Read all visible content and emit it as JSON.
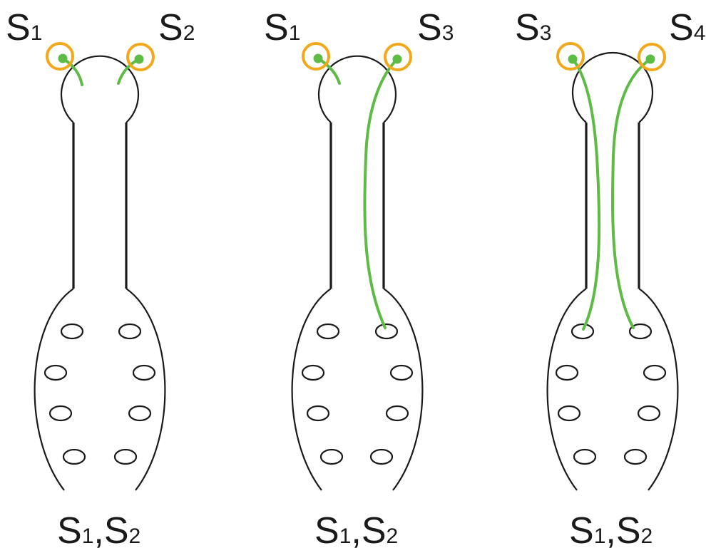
{
  "panels": [
    {
      "top_left": {
        "letter": "S",
        "sub": "1"
      },
      "top_right": {
        "letter": "S",
        "sub": "2"
      },
      "bottom": {
        "a_letter": "S",
        "a_sub": "1",
        "sep": ",",
        "b_letter": "S",
        "b_sub": "2"
      }
    },
    {
      "top_left": {
        "letter": "S",
        "sub": "1"
      },
      "top_right": {
        "letter": "S",
        "sub": "3"
      },
      "bottom": {
        "a_letter": "S",
        "a_sub": "1",
        "sep": ",",
        "b_letter": "S",
        "b_sub": "2"
      }
    },
    {
      "top_left": {
        "letter": "S",
        "sub": "3"
      },
      "top_right": {
        "letter": "S",
        "sub": "4"
      },
      "bottom": {
        "a_letter": "S",
        "a_sub": "1",
        "sep": ",",
        "b_letter": "S",
        "b_sub": "2"
      }
    }
  ],
  "colors": {
    "outline": "#1a1a1a",
    "fiber": "#5dbb46",
    "ring": "#f2a81a"
  }
}
